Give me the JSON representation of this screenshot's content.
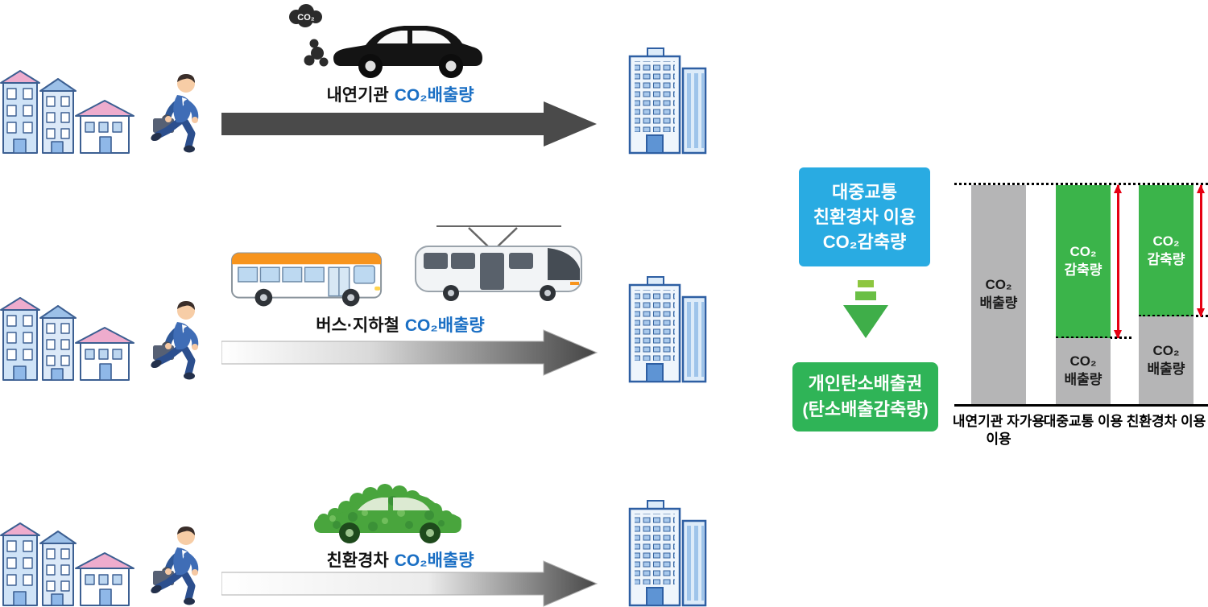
{
  "colors": {
    "label_blue": "#1a6fc4",
    "blue_box_bg": "#29abe2",
    "green_box_bg": "#2fb457",
    "bar_gray": "#b5b5b6",
    "bar_green": "#3bb44a",
    "reduction_arrow_red": "#e60012",
    "flow_arrow_dark": "#4a4a4a"
  },
  "exhaust_cloud_text": "CO₂",
  "flows": [
    {
      "id": "combustion",
      "label_black": "내연기관",
      "label_blue": "CO₂배출량",
      "vehicle_icon": "combustion-car",
      "arrow_style": "solid-dark"
    },
    {
      "id": "transit",
      "label_black": "버스·지하철",
      "label_blue": "CO₂배출량",
      "vehicle_icon": "bus-and-trolleybus",
      "arrow_style": "white-to-dark-gradient"
    },
    {
      "id": "eco",
      "label_black": "친환경차",
      "label_blue": "CO₂배출량",
      "vehicle_icon": "eco-leaf-car",
      "arrow_style": "white-to-dark-gradient-light"
    }
  ],
  "right_panel": {
    "blue_box_lines": [
      "대중교통",
      "친환경차 이용",
      "CO₂감축량"
    ],
    "green_box_lines": [
      "개인탄소배출권",
      "(탄소배출감축량)"
    ]
  },
  "chart_data": {
    "type": "bar",
    "stacked": true,
    "categories": [
      "내연기관 자가용\n이용",
      "대중교통 이용",
      "친환경차 이용"
    ],
    "series": [
      {
        "name": "CO₂ 감축량",
        "color": "#3bb44a",
        "values": [
          0,
          70,
          60
        ]
      },
      {
        "name": "CO₂ 배출량",
        "color": "#b5b5b6",
        "values": [
          100,
          30,
          40
        ]
      }
    ],
    "ylim": [
      0,
      100
    ],
    "y_unit": "relative (내연기관 자가용 이용 = 100)",
    "segment_labels": {
      "reduction": "CO₂\n감축량",
      "emission": "CO₂\n배출량"
    },
    "annotations": {
      "top_dotted_line": true,
      "boundary_dotted_lines": [
        1,
        2
      ],
      "reduction_arrows": [
        1,
        2
      ],
      "arrow_color": "#e60012"
    },
    "gridlines": false,
    "legend": "none"
  }
}
